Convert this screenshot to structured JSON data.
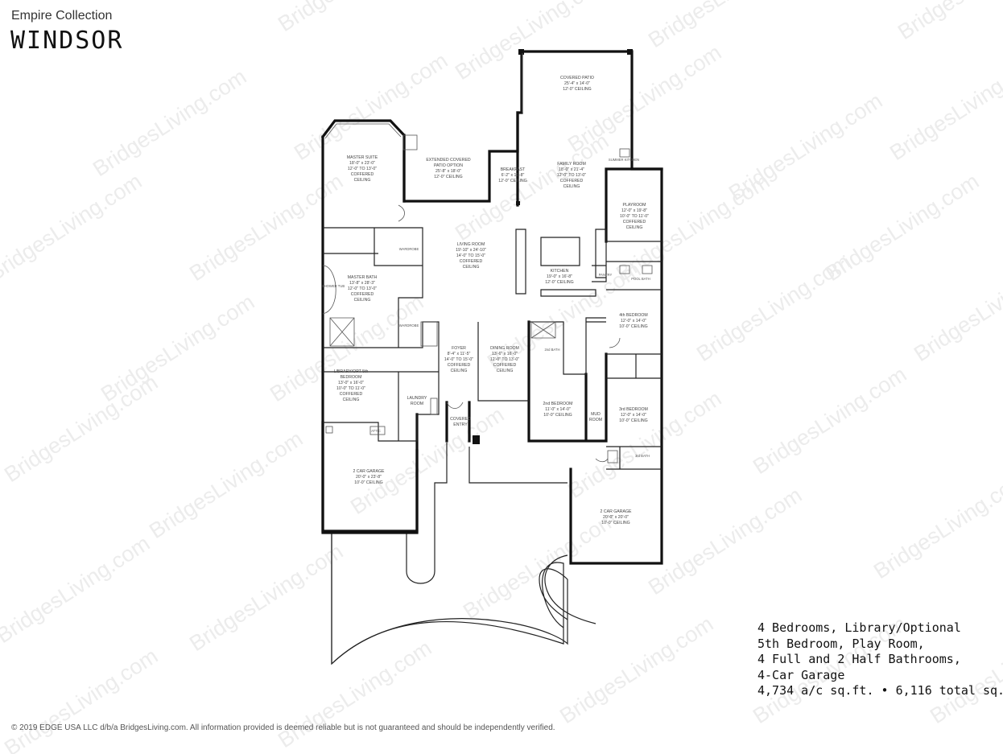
{
  "header": {
    "collection": "Empire Collection",
    "model": "WINDSOR"
  },
  "specs": {
    "line1": "4 Bedrooms, Library/Optional",
    "line2": "5th Bedroom, Play Room,",
    "line3": "4 Full and 2 Half Bathrooms,",
    "line4": "4-Car Garage",
    "line5": "4,734 a/c sq.ft. • 6,116 total sq.ft."
  },
  "footer": "© 2019 EDGE USA LLC d/b/a BridgesLiving.com. All information provided is deemed reliable but is not guaranteed and should be independently verified.",
  "watermark": "BridgesLiving.com",
  "rooms": {
    "covered_patio": [
      "COVERED PATIO",
      "25'-4\" x 14'-0\"",
      "12'-0\" CEILING"
    ],
    "master_suite": [
      "MASTER SUITE",
      "18'-0\" x 23'-0\"",
      "12'-0\" TO 13'-0\"",
      "COFFERED",
      "CEILING"
    ],
    "extended_patio": [
      "EXTENDED COVERED",
      "PATIO OPTION",
      "25'-8\" x 18'-0\"",
      "12'-0\" CEILING"
    ],
    "breakfast": [
      "BREAKFAST",
      "6'-2\" x 11'-8\"",
      "12'-0\" CEILING"
    ],
    "family_room": [
      "FAMILY ROOM",
      "18'-0\" x 21'-4\"",
      "12'-0\" TO 13'-0\"",
      "COFFERED",
      "CEILING"
    ],
    "playroom": [
      "PLAYROOM",
      "12'-0\" x 19'-8\"",
      "10'-0\" TO 11'-0\"",
      "COFFERED",
      "CEILING"
    ],
    "living_room": [
      "LIVING ROOM",
      "19'-10\" x 24'-10\"",
      "14'-0\" TO 15'-0\"",
      "COFFERED",
      "CEILING"
    ],
    "master_bath": [
      "MASTER BATH",
      "13'-8\" x 28'-3\"",
      "12'-0\" TO 13'-0\"",
      "COFFERED",
      "CEILING"
    ],
    "kitchen": [
      "KITCHEN",
      "19'-0\" x 16'-8\"",
      "12'-0\" CEILING"
    ],
    "bedroom4": [
      "4th BEDROOM",
      "12'-0\" x 14'-0\"",
      "10'-0\" CEILING"
    ],
    "foyer": [
      "FOYER",
      "8'-4\" x 11'-5\"",
      "14'-0\" TO 15'-0\"",
      "COFFERED",
      "CEILING"
    ],
    "dining_room": [
      "DINING ROOM",
      "13'-6\" x 16'-0\"",
      "12'-0\" TO 13'-0\"",
      "COFFERED",
      "CEILING"
    ],
    "library": [
      "LIBRARY/OPT 5th",
      "BEDROOM",
      "13'-0\" x 16'-0\"",
      "10'-0\" TO 11'-0\"",
      "COFFERED",
      "CEILING"
    ],
    "laundry": [
      "LAUNDRY",
      "ROOM"
    ],
    "covered_entry": [
      "COVERED",
      "ENTRY"
    ],
    "bedroom2": [
      "2nd BEDROOM",
      "11'-0\" x 14'-0\"",
      "10'-0\" CEILING"
    ],
    "bedroom3": [
      "3rd BEDROOM",
      "12'-0\" x 14'-0\"",
      "10'-0\" CEILING"
    ],
    "garage_left": [
      "2 CAR GARAGE",
      "20'-0\" x 23'-8\"",
      "10'-0\" CEILING"
    ],
    "garage_right": [
      "2 CAR GARAGE",
      "20'-0\" x 20'-0\"",
      "10'-0\" CEILING"
    ],
    "mud_room": [
      "MUD",
      "ROOM"
    ]
  },
  "labels": {
    "wardrobe": "WARDROBE",
    "pantry": "PANTRY",
    "bath2": "2nd BATH",
    "bath3": "3rd BATH",
    "attic": "ATTIC",
    "shower_tub": "SHOWER TUB",
    "summer_kitchen": "SUMMER KITCHEN",
    "pool_bath": "POOL BATH"
  }
}
